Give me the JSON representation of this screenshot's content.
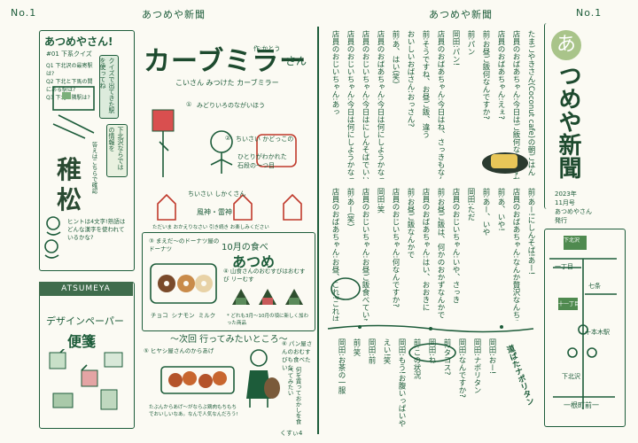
{
  "header": {
    "left_no": "No.1",
    "left_title": "あつめや新聞",
    "right_title": "あつめや新聞",
    "right_no": "No.1"
  },
  "masthead": {
    "circle_char": "あ",
    "title": "つめや新聞",
    "year": "2023年",
    "month": "11月号",
    "publisher": "あつめやさん",
    "issued": "発行"
  },
  "quiz": {
    "title": "あつめやさん!",
    "subtitle": "#01 下系クイズ",
    "lines": [
      "Q1 下北沢の最寄駅は?",
      "Q2 下北と下馬の間にある駅は?",
      "Q3 下北の隣駅は?"
    ],
    "answer_note": "クイズで出てきた駅を使ってね",
    "kanji1": "稚",
    "kanji2": "松",
    "hint": "ヒントは4文字!熟語はどんな漢字を使われているかな?",
    "side_note1": "下北沢ならではの情報を",
    "side_note2": "答えはこちらで確認"
  },
  "curve": {
    "title": "カーブミラー",
    "san": "さん",
    "author": "作:かとう",
    "subtitle": "こいさん みつけた カーブミラー",
    "item1": "①",
    "item1_note": "みどりいろのながいほう",
    "item2": "②",
    "item2_note1": "ちいさい かどっこの",
    "item2_note2": "ひとりがわかれた 石段の一つ目",
    "item3_note": "ちいさい しかくさん",
    "item3_label": "風神・雷神",
    "footer": "ただいま おかえりなさい 引き続き お楽しみください"
  },
  "food": {
    "title1": "10月の食べ",
    "title2": "あつめ",
    "item3": "③ まえだ〜のドーナツ屋のドーナツ",
    "item3_labels": [
      "チョコ",
      "シナモン",
      "ミルク"
    ],
    "item4": "④ 山食さんのおむすびはおむすび リーむす",
    "item4_note": "* どれも3月〜10月の頃に新しく加わった商品"
  },
  "next": {
    "title": "〜次回 行ってみたいところ〜",
    "item5": "⑤ ヒヤシ屋さんのからあげ",
    "item5_note": "たぶんからあげ〜がならぶ鶏肉もちもちでおいしいなあ。なんで人気なんだろう!",
    "item6": "⑥ パン屋さんのおむすびも食べたいな",
    "item6_note": "何を買っておかしを食べてみたい"
  },
  "design": {
    "brand": "ATSUMEYA",
    "title": "デザインペーパー",
    "subtitle": "便箋"
  },
  "signature": "くすぃ4",
  "dialogue": {
    "top_cols": [
      "たまごやきさん(Coconut cafe)の朝ごはん",
      "店員のおばあちゃん:今日はご飯何なんですか?",
      "店員のおばあちゃん:えぇ?",
      "前:お昼ご飯何なんですか?",
      "前:パン",
      "岡田:パン!",
      "店員のおばあちゃん:今日はね、さっきもなんか、聞いたけど(何食べたいって)、おいしいお店(食べたの)",
      "前:そうですね、お昼ご飯、違う",
      "おいしいおばさん:おっさん?",
      "前:あ、はい(笑)",
      "店員のおばあちゃん:今日は何にしようかなって思ってるんですよ",
      "店員のおじいちゃん:今日はにしんそばでいいのかって",
      "店員のおじいちゃん:今日は何にしようかなって",
      "店員のおじいちゃん:あっ"
    ],
    "mid_cols": [
      "前:あー!にしんそば!あー!",
      "店員のおばあちゃん:なんか贅沢なんちゃう",
      "前:あ、いや!",
      "前:あー、いや",
      "岡田:ただ",
      "店員のおじいちゃん:いや、さっき",
      "前:お昼ご飯は、何かのおかずなんかで",
      "店員のおばあちゃん:はい、おおきに",
      "前:お昼ご飯なんかで",
      "店員のおじいちゃん:何なんですか?",
      "岡田:笑",
      "店員のおじいちゃん:お昼ご飯食べているのかな",
      "前:あー(笑)",
      "店員のおばあちゃん:お昼、これ?これは何?"
    ],
    "bottom_cols": [
      "岡田:おー!",
      "岡田:ナポリタン",
      "岡田:なんですか?",
      "前:タコス?",
      "岡田:ね",
      "前:この状況",
      "岡田:もう!お腹いっぱいや",
      "えい!笑",
      "岡田:前",
      "前:笑",
      "岡田:お茶の一服"
    ],
    "napolitan": "道ばたナポリタン"
  },
  "map": {
    "label1": "下北沢",
    "label2": "一丁目",
    "label3": "七条",
    "label4": "十一丁目",
    "label5": "十本木駅",
    "label6": "下北沢",
    "bottom": "一根町前一"
  }
}
